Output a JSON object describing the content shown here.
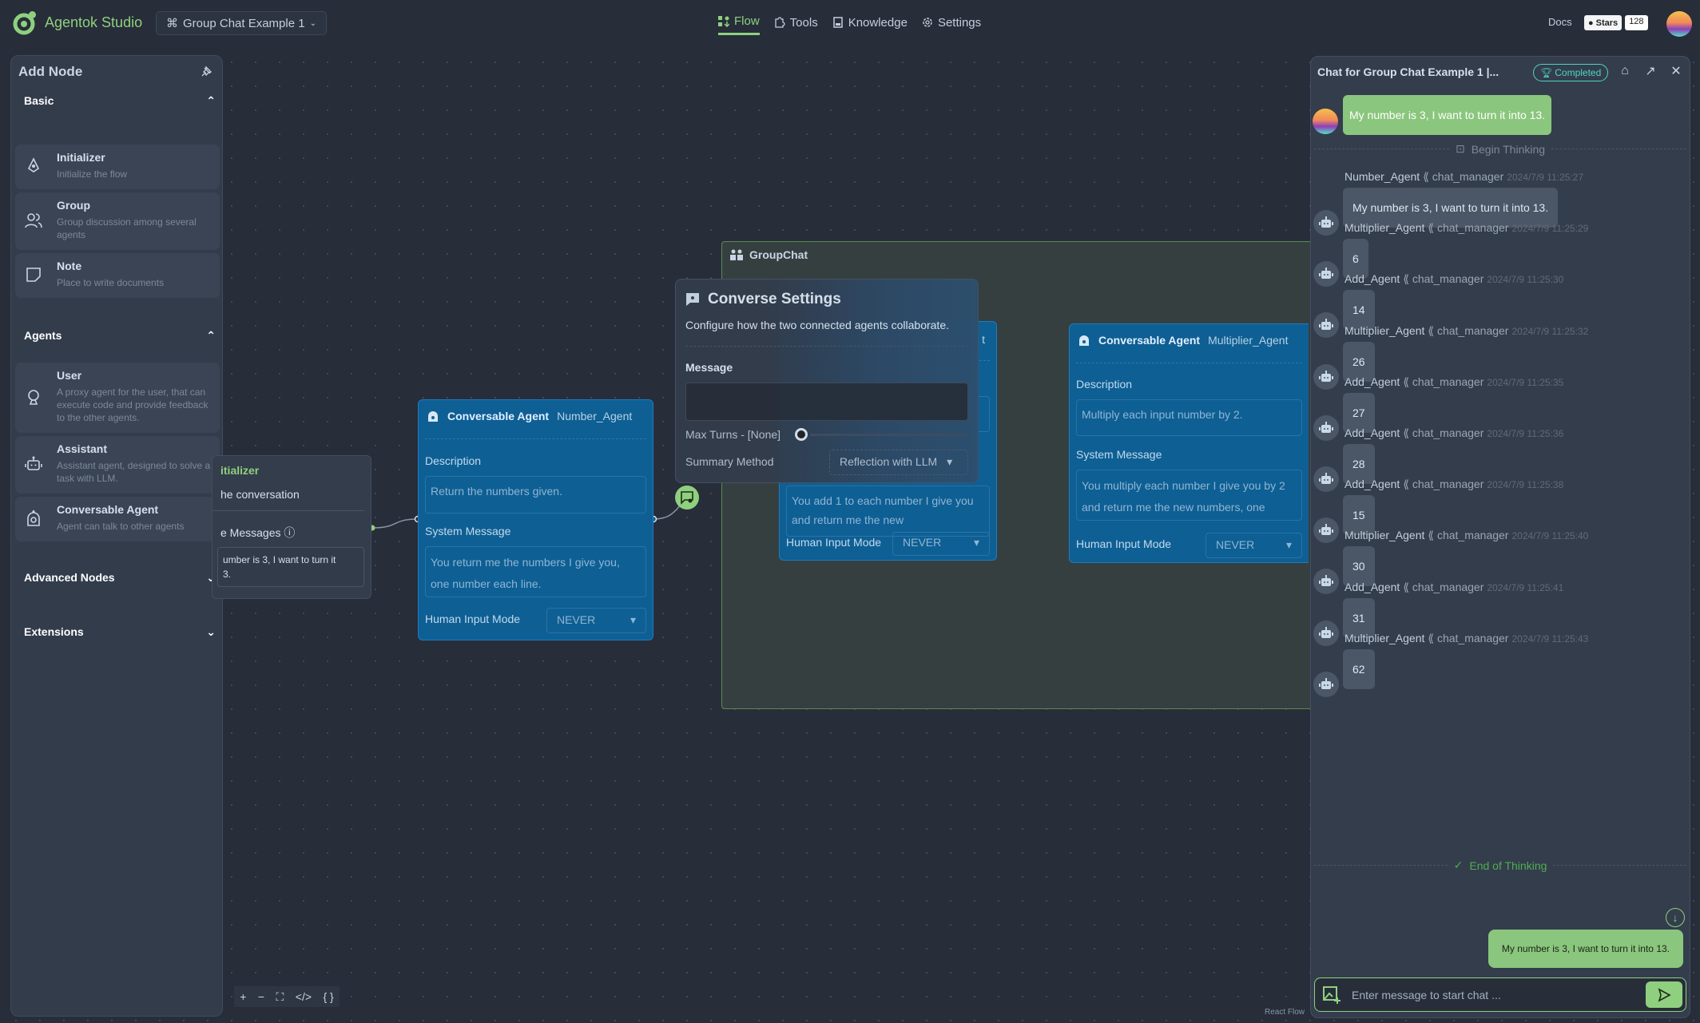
{
  "header": {
    "app_name": "Agentok Studio",
    "project_name": "Group Chat Example 1",
    "nav": [
      {
        "label": "Flow",
        "icon": "flow-icon",
        "active": true
      },
      {
        "label": "Tools",
        "icon": "puzzle-icon",
        "active": false
      },
      {
        "label": "Knowledge",
        "icon": "book-icon",
        "active": false
      },
      {
        "label": "Settings",
        "icon": "gear-icon",
        "active": false
      }
    ],
    "docs_label": "Docs",
    "github_stars_label": "Stars",
    "github_stars_count": "128",
    "accent_color": "#8fd07f"
  },
  "sidebar": {
    "title": "Add Node",
    "sections": {
      "basic": {
        "label": "Basic",
        "expanded": true
      },
      "agents": {
        "label": "Agents",
        "expanded": true
      },
      "advanced": {
        "label": "Advanced Nodes",
        "expanded": false
      },
      "extensions": {
        "label": "Extensions",
        "expanded": false
      }
    },
    "basic_items": [
      {
        "title": "Initializer",
        "desc": "Initialize the flow",
        "icon": "rocket-icon"
      },
      {
        "title": "Group",
        "desc": "Group discussion among several agents",
        "icon": "users-icon"
      },
      {
        "title": "Note",
        "desc": "Place to write documents",
        "icon": "note-icon"
      }
    ],
    "agent_items": [
      {
        "title": "User",
        "desc": "A proxy agent for the user, that can execute code and provide feedback to the other agents.",
        "icon": "user-agent-icon"
      },
      {
        "title": "Assistant",
        "desc": "Assistant agent, designed to solve a task with LLM.",
        "icon": "robot-icon"
      },
      {
        "title": "Conversable Agent",
        "desc": "Agent can talk to other agents",
        "icon": "conversable-agent-icon"
      }
    ]
  },
  "canvas": {
    "initializer": {
      "title": "itializer",
      "subtitle": "he conversation",
      "messages_label": "e Messages",
      "message_value": "umber is 3, I want to turn it\n3."
    },
    "number_agent": {
      "type": "Conversable Agent",
      "name": "Number_Agent",
      "description_label": "Description",
      "description": "Return the numbers given.",
      "system_message_label": "System Message",
      "system_message": "You return me the numbers I give you, one number each line.",
      "human_input_label": "Human Input Mode",
      "human_input": "NEVER"
    },
    "groupchat": {
      "title": "GroupChat"
    },
    "add_agent": {
      "name_fragment": "t",
      "system_message": "You add 1 to each number I give you and return me the new",
      "human_input_label": "Human Input Mode",
      "human_input": "NEVER"
    },
    "multiplier_agent": {
      "type": "Conversable Agent",
      "name": "Multiplier_Agent",
      "description_label": "Description",
      "description": "Multiply each input number by 2.",
      "system_message_label": "System Message",
      "system_message": "You multiply each number I give you by 2 and return me the new numbers, one",
      "human_input_label": "Human Input Mode",
      "human_input": "NEVER"
    },
    "converse_settings": {
      "title": "Converse Settings",
      "description": "Configure how the two connected agents collaborate.",
      "message_label": "Message",
      "message_value": "",
      "max_turns_label": "Max Turns - [None]",
      "summary_method_label": "Summary Method",
      "summary_method": "Reflection with LLM"
    },
    "controls": [
      "+",
      "−",
      "fit",
      "code",
      "{}"
    ],
    "attribution": "React Flow"
  },
  "chat": {
    "title": "Chat for Group Chat Example 1 |...",
    "status": "Completed",
    "user_message": "My number is 3, I want to turn it into 13.",
    "begin_label": "Begin Thinking",
    "end_label": "End of Thinking",
    "messages": [
      {
        "sender": "Number_Agent",
        "receiver": "chat_manager",
        "time": "2024/7/9 11:25:27",
        "text": "My number is 3, I want to turn it into 13."
      },
      {
        "sender": "Multiplier_Agent",
        "receiver": "chat_manager",
        "time": "2024/7/9 11:25:29",
        "text": "6"
      },
      {
        "sender": "Add_Agent",
        "receiver": "chat_manager",
        "time": "2024/7/9 11:25:30",
        "text": "14"
      },
      {
        "sender": "Multiplier_Agent",
        "receiver": "chat_manager",
        "time": "2024/7/9 11:25:32",
        "text": "26"
      },
      {
        "sender": "Add_Agent",
        "receiver": "chat_manager",
        "time": "2024/7/9 11:25:35",
        "text": "27"
      },
      {
        "sender": "Add_Agent",
        "receiver": "chat_manager",
        "time": "2024/7/9 11:25:36",
        "text": "28"
      },
      {
        "sender": "Add_Agent",
        "receiver": "chat_manager",
        "time": "2024/7/9 11:25:38",
        "text": "15"
      },
      {
        "sender": "Multiplier_Agent",
        "receiver": "chat_manager",
        "time": "2024/7/9 11:25:40",
        "text": "30"
      },
      {
        "sender": "Add_Agent",
        "receiver": "chat_manager",
        "time": "2024/7/9 11:25:41",
        "text": "31"
      },
      {
        "sender": "Multiplier_Agent",
        "receiver": "chat_manager",
        "time": "2024/7/9 11:25:43",
        "text": "62"
      }
    ],
    "sample_message": "My number is 3, I want to turn it into 13.",
    "input_placeholder": "Enter message to start chat ...",
    "input_value": ""
  }
}
